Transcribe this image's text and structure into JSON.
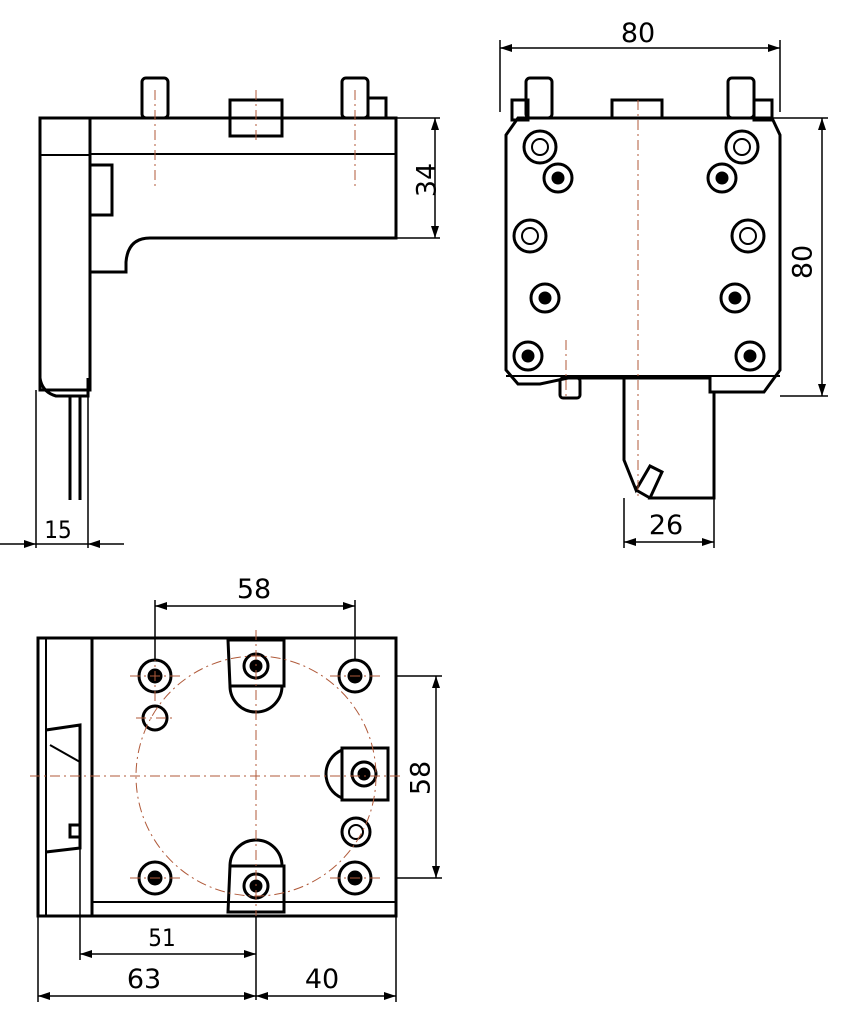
{
  "dimensions": {
    "side_width": "15",
    "side_height": "34",
    "front_width": "80",
    "front_height": "80",
    "shank_width": "26",
    "top_hole_span": "58",
    "top_hole_height": "58",
    "offset_51": "51",
    "offset_63": "63",
    "offset_40": "40"
  },
  "colors": {
    "outline": "#000000",
    "centerline": "#b05a3a",
    "dimension": "#000000"
  }
}
